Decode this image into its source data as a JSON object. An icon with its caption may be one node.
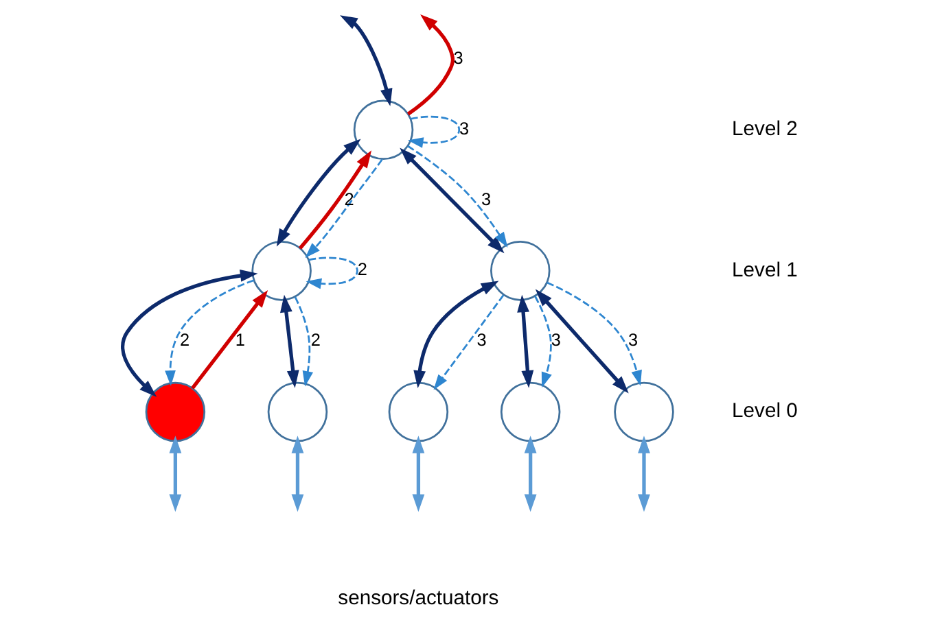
{
  "diagram": {
    "nodes": [
      {
        "text": [],
        "shape": "circle"
      },
      {
        "text": [],
        "shape": "circle"
      },
      {
        "text": [],
        "shape": "circle"
      },
      {
        "text": [],
        "shape": "circle"
      },
      {
        "text": [],
        "shape": "circle"
      },
      {
        "text": [],
        "shape": "circle"
      },
      {
        "text": [],
        "shape": "circle"
      },
      {
        "text": [],
        "shape": "circle"
      }
    ],
    "edges": [
      {
        "from": 0,
        "to": null,
        "arrow": "to",
        "label": "3",
        "color": "#d00000"
      },
      {
        "from": 0,
        "to": null,
        "arrow": "both",
        "color": "#0d2a6b"
      },
      {
        "from": 0,
        "to": 0,
        "arrow": "to",
        "label": "3",
        "style": "dashed",
        "color": "#2e86d0"
      },
      {
        "from": 0,
        "to": 1,
        "arrow": "both",
        "color": "#0d2a6b"
      },
      {
        "from": 0,
        "to": 1,
        "arrow": "to",
        "style": "dashed",
        "color": "#2e86d0"
      },
      {
        "from": 1,
        "to": 0,
        "arrow": "to",
        "label": "2",
        "color": "#d00000"
      },
      {
        "from": 0,
        "to": 2,
        "arrow": "both",
        "color": "#0d2a6b"
      },
      {
        "from": 0,
        "to": 2,
        "arrow": "to",
        "label": "3",
        "style": "dashed",
        "color": "#2e86d0"
      },
      {
        "from": 1,
        "to": 1,
        "arrow": "to",
        "label": "2",
        "style": "dashed",
        "color": "#2e86d0"
      },
      {
        "from": 1,
        "to": 3,
        "arrow": "both",
        "color": "#0d2a6b"
      },
      {
        "from": 1,
        "to": 3,
        "arrow": "to",
        "label": "2",
        "style": "dashed",
        "color": "#2e86d0"
      },
      {
        "from": 3,
        "to": 1,
        "arrow": "to",
        "label": "1",
        "color": "#d00000"
      },
      {
        "from": 1,
        "to": 4,
        "arrow": "both",
        "color": "#0d2a6b"
      },
      {
        "from": 1,
        "to": 4,
        "arrow": "to",
        "label": "2",
        "style": "dashed",
        "color": "#2e86d0"
      },
      {
        "from": 2,
        "to": 5,
        "arrow": "both",
        "color": "#0d2a6b"
      },
      {
        "from": 2,
        "to": 5,
        "arrow": "to",
        "label": "3",
        "style": "dashed",
        "color": "#2e86d0"
      },
      {
        "from": 2,
        "to": 6,
        "arrow": "both",
        "color": "#0d2a6b"
      },
      {
        "from": 2,
        "to": 6,
        "arrow": "to",
        "label": "3",
        "style": "dashed",
        "color": "#2e86d0"
      },
      {
        "from": 2,
        "to": 7,
        "arrow": "both",
        "color": "#0d2a6b"
      },
      {
        "from": 2,
        "to": 7,
        "arrow": "to",
        "label": "3",
        "style": "dashed",
        "color": "#2e86d0"
      },
      {
        "from": 3,
        "to": null,
        "arrow": "both",
        "color": "#5b9bd5"
      },
      {
        "from": 4,
        "to": null,
        "arrow": "both",
        "color": "#5b9bd5"
      },
      {
        "from": 5,
        "to": null,
        "arrow": "both",
        "color": "#5b9bd5"
      },
      {
        "from": 6,
        "to": null,
        "arrow": "both",
        "color": "#5b9bd5"
      },
      {
        "from": 7,
        "to": null,
        "arrow": "both",
        "color": "#5b9bd5"
      }
    ],
    "labels": [
      "Level 2",
      "Level 1",
      "Level 0",
      "sensors/actuators"
    ]
  }
}
